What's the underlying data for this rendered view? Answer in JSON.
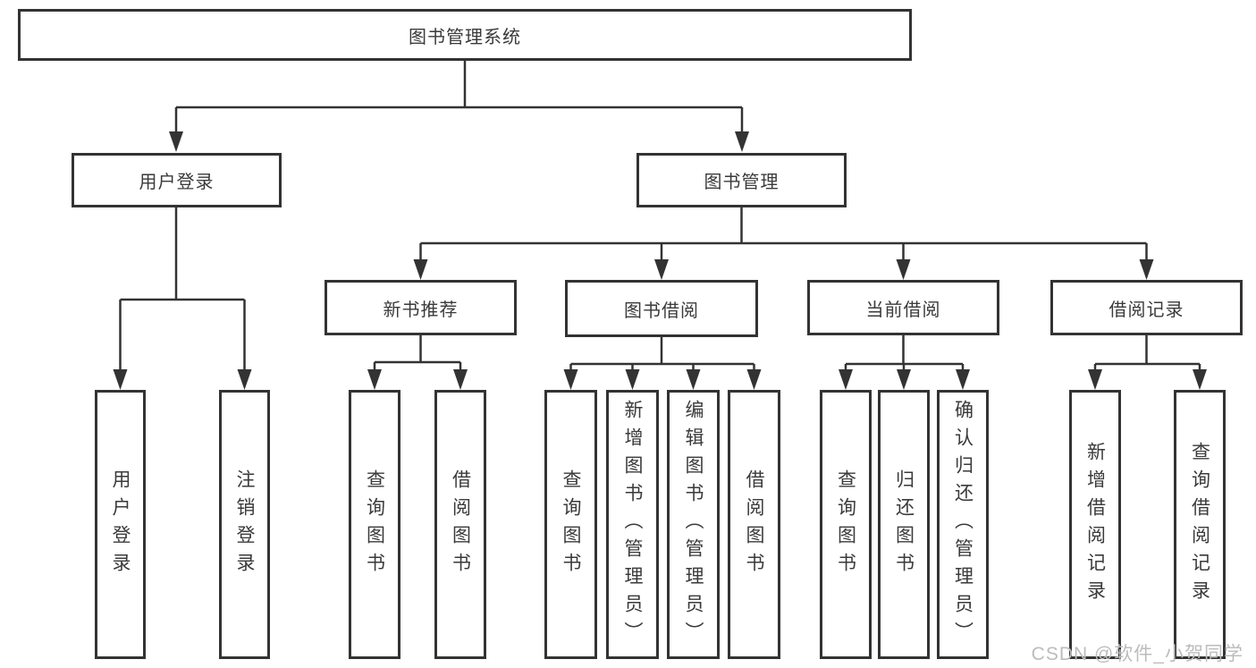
{
  "diagram": {
    "root": {
      "label": "图书管理系统"
    },
    "level2": [
      {
        "label": "用户登录"
      },
      {
        "label": "图书管理"
      }
    ],
    "level3": [
      {
        "label": "新书推荐"
      },
      {
        "label": "图书借阅"
      },
      {
        "label": "当前借阅"
      },
      {
        "label": "借阅记录"
      }
    ],
    "leaves": {
      "user_login": [
        {
          "label": "用户登录"
        },
        {
          "label": "注销登录"
        }
      ],
      "new_book": [
        {
          "label": "查询图书"
        },
        {
          "label": "借阅图书"
        }
      ],
      "book_borrow": [
        {
          "label": "查询图书"
        },
        {
          "label": "新增图书（管理员）"
        },
        {
          "label": "编辑图书（管理员）"
        },
        {
          "label": "借阅图书"
        }
      ],
      "current_borrow": [
        {
          "label": "查询图书"
        },
        {
          "label": "归还图书"
        },
        {
          "label": "确认归还（管理员）"
        }
      ],
      "borrow_records": [
        {
          "label": "新增借阅记录"
        },
        {
          "label": "查询借阅记录"
        }
      ]
    },
    "colors": {
      "line": "#333333",
      "box_border": "#333333",
      "text": "#3a3a3a",
      "watermark": "#bcbcbc",
      "background": "#ffffff"
    }
  },
  "watermark": {
    "text": "CSDN @软件_小贺同学"
  }
}
